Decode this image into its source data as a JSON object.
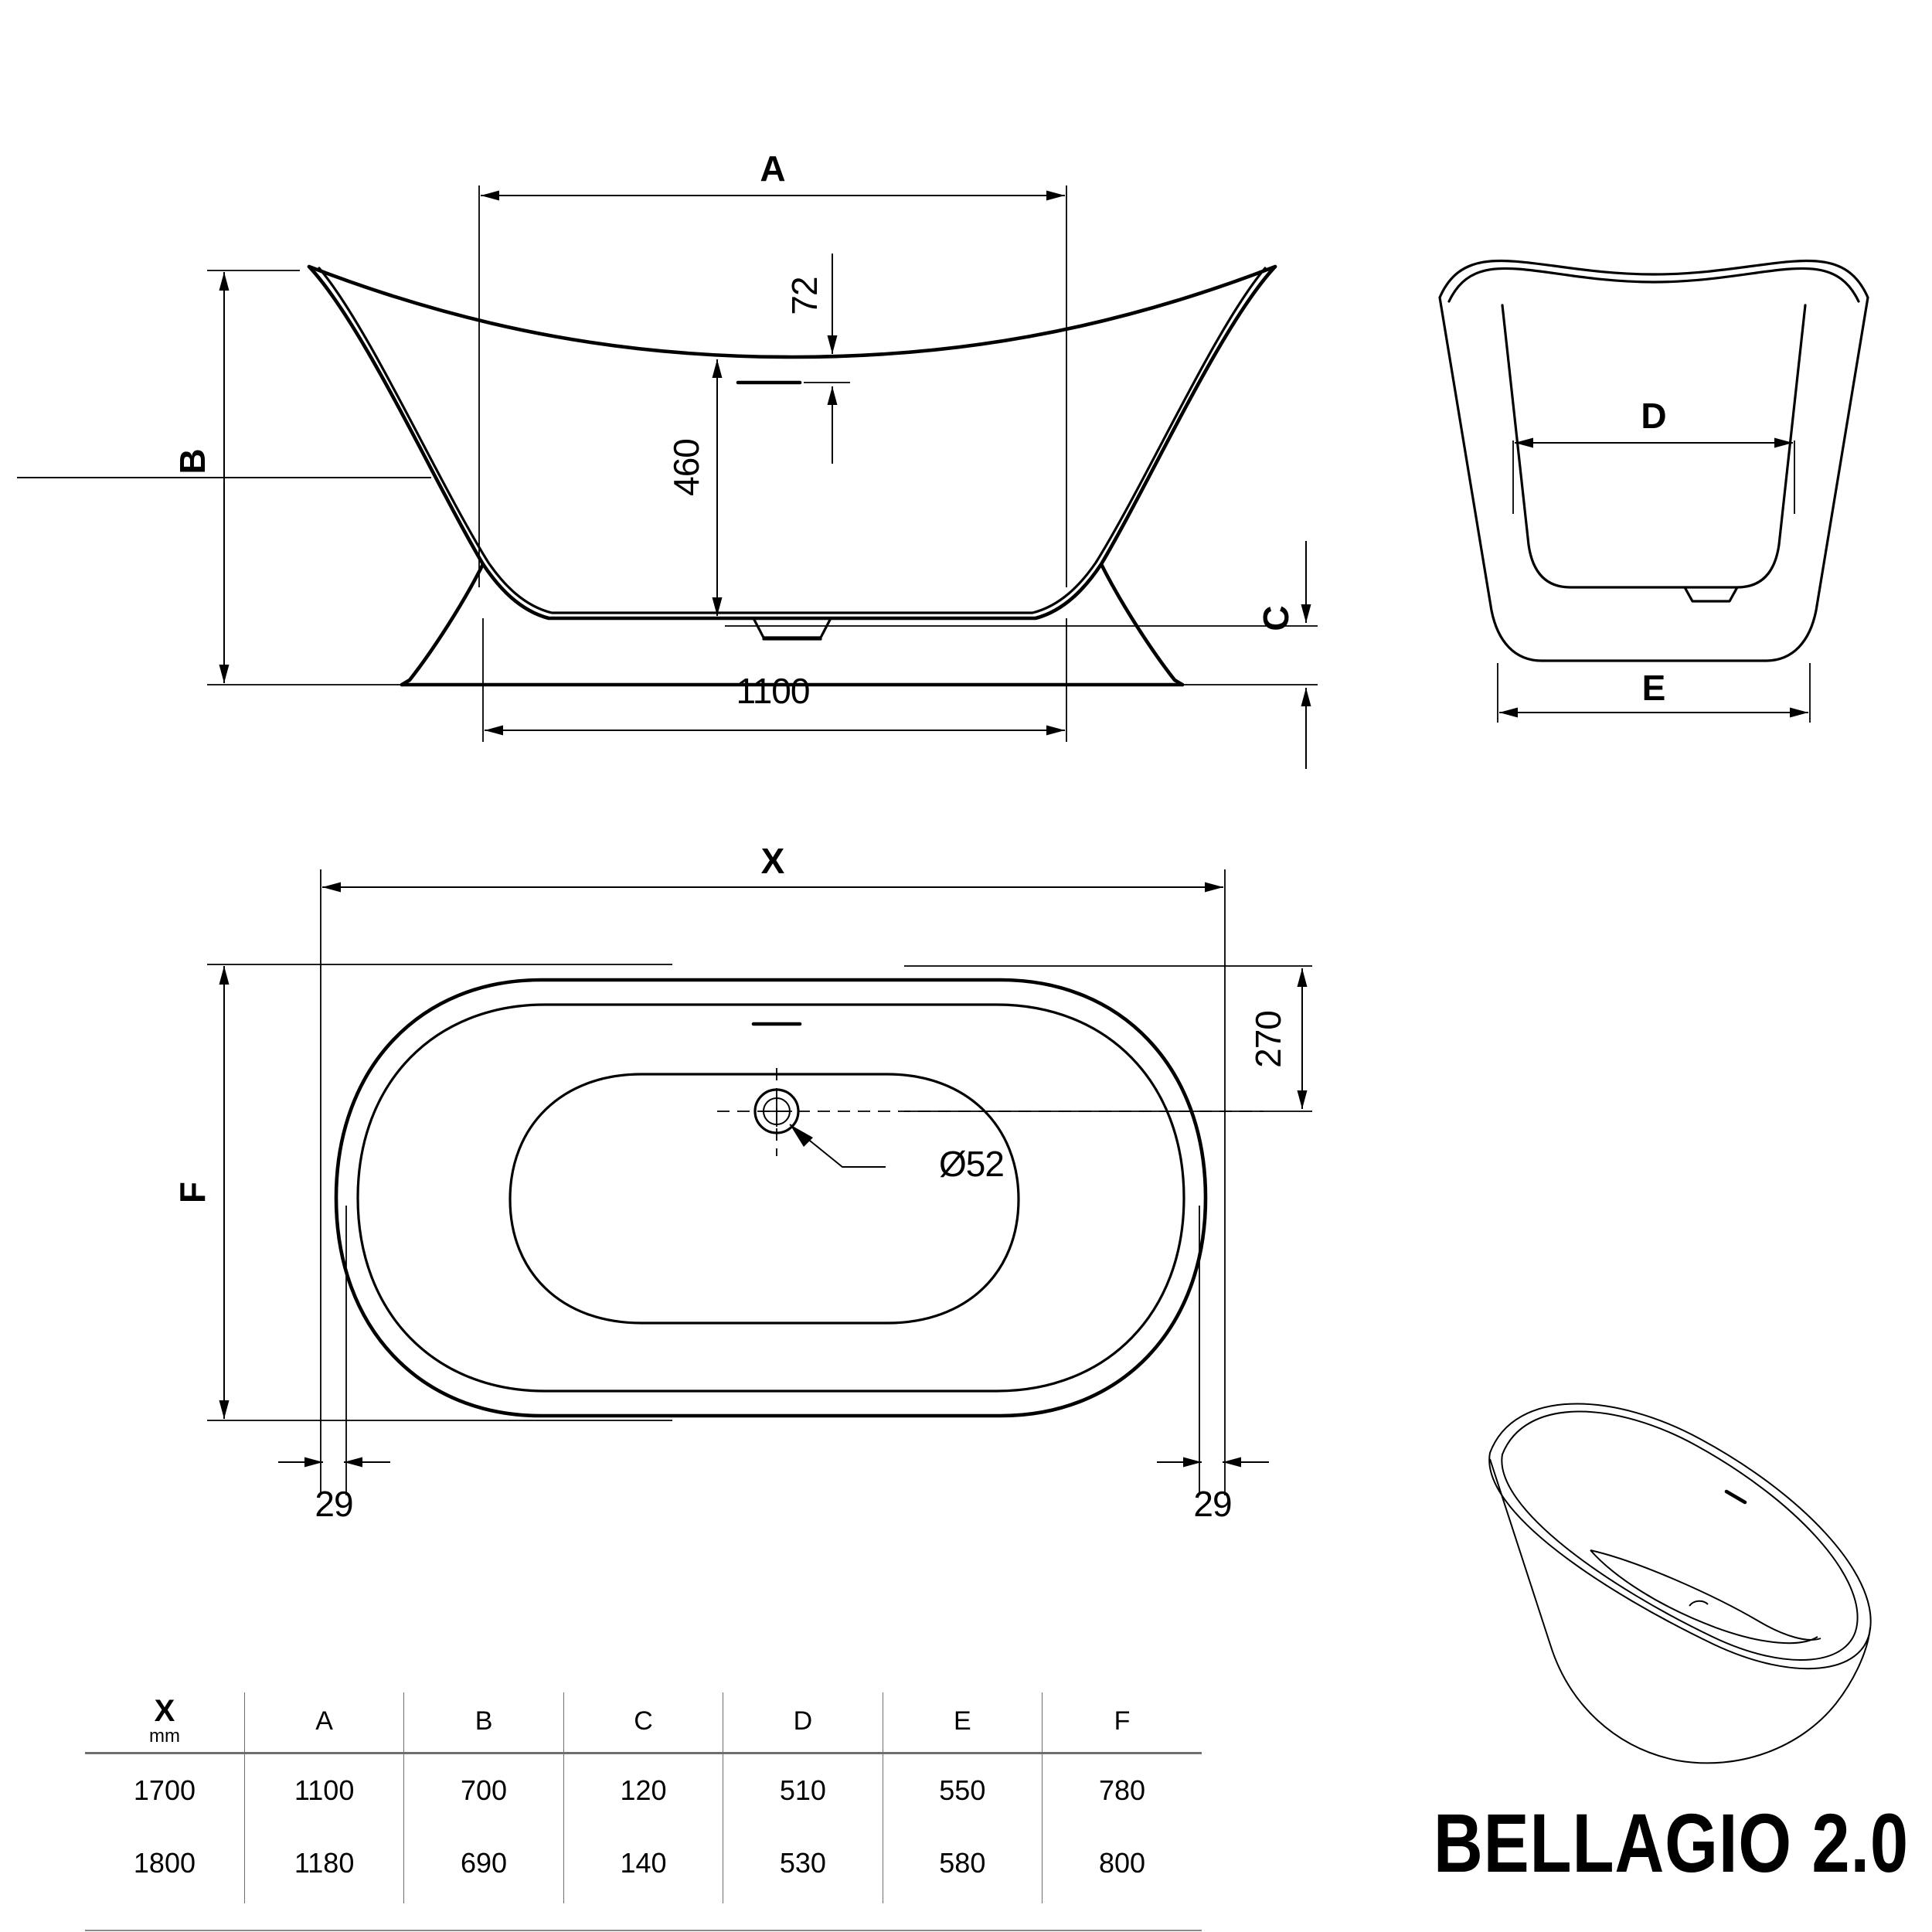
{
  "product": {
    "title": "BELLAGIO 2.0"
  },
  "front_view": {
    "dim_a_label": "A",
    "dim_b_label": "B",
    "dim_c_label": "C",
    "dim_72": "72",
    "dim_460": "460",
    "dim_1100": "1100"
  },
  "side_view": {
    "dim_d_label": "D",
    "dim_e_label": "E"
  },
  "plan_view": {
    "dim_x_label": "X",
    "dim_f_label": "F",
    "dim_270": "270",
    "dim_drain": "Ø52",
    "dim_29_left": "29",
    "dim_29_right": "29"
  },
  "spec_table": {
    "headers": [
      {
        "main": "X",
        "sub": "mm"
      },
      {
        "main": "A",
        "sub": ""
      },
      {
        "main": "B",
        "sub": ""
      },
      {
        "main": "C",
        "sub": ""
      },
      {
        "main": "D",
        "sub": ""
      },
      {
        "main": "E",
        "sub": ""
      },
      {
        "main": "F",
        "sub": ""
      }
    ],
    "rows": [
      [
        "1700",
        "1100",
        "700",
        "120",
        "510",
        "550",
        "780"
      ],
      [
        "1800",
        "1180",
        "690",
        "140",
        "530",
        "580",
        "800"
      ]
    ]
  },
  "chart_data": {
    "type": "table",
    "title": "BELLAGIO 2.0",
    "categories": [
      "X",
      "A",
      "B",
      "C",
      "D",
      "E",
      "F"
    ],
    "units": "mm",
    "series": [
      {
        "name": "1700",
        "values": [
          1700,
          1100,
          700,
          120,
          510,
          550,
          780
        ]
      },
      {
        "name": "1800",
        "values": [
          1800,
          1180,
          690,
          140,
          530,
          580,
          800
        ]
      }
    ],
    "annotations": [
      "72",
      "460",
      "1100",
      "270",
      "Ø52",
      "29",
      "29"
    ]
  }
}
